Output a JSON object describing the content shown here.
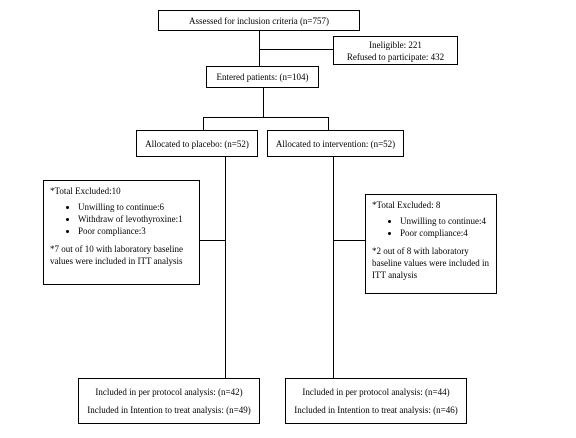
{
  "assessed": "Assessed for inclusion criteria (n=757)",
  "excluded_initial": [
    "Ineligible: 221",
    "Refused to participate: 432"
  ],
  "entered": "Entered patients: (n=104)",
  "placebo": {
    "allocated": "Allocated to placebo: (n=52)",
    "excluded_title": "*Total Excluded:10",
    "excluded_items": [
      "Unwilling to continue:6",
      "Withdraw of levothyroxine:1",
      "Poor compliance:3"
    ],
    "note": "*7 out of 10 with laboratory baseline values were included in ITT analysis",
    "per_protocol": "Included in per protocol analysis: (n=42)",
    "itt": "Included in Intention to treat analysis: (n=49)"
  },
  "intervention": {
    "allocated": "Allocated to intervention: (n=52)",
    "excluded_title": "*Total Excluded: 8",
    "excluded_items": [
      "Unwilling to continue:4",
      "Poor compliance:4"
    ],
    "note": "*2 out of 8 with laboratory baseline values were included in ITT analysis",
    "per_protocol": "Included in per protocol analysis: (n=44)",
    "itt": "Included in Intention to treat analysis: (n=46)"
  }
}
